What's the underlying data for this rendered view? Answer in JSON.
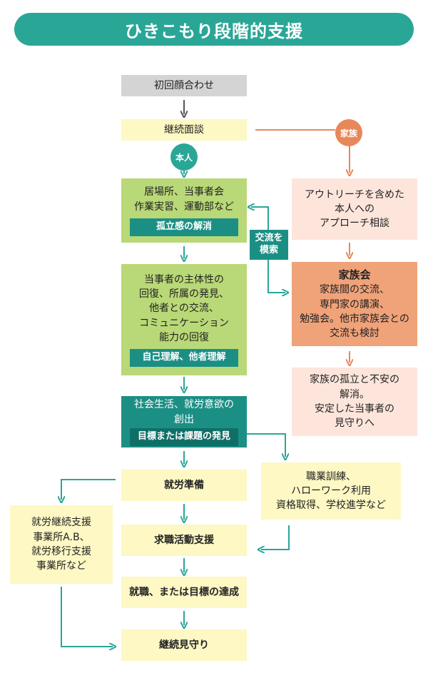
{
  "title": "ひきこもり段階的支援",
  "nodes": {
    "first_meeting": "初回顔合わせ",
    "continued_interview": "継続面談",
    "family_badge": "家族",
    "self_badge": "本人",
    "place": {
      "lines": [
        "居場所、当事者会",
        "作業実習、運動部など"
      ],
      "tag": "孤立感の解消"
    },
    "exchange": {
      "lines": [
        "交流を",
        "模索"
      ]
    },
    "subjectivity": {
      "lines": [
        "当事者の主体性の",
        "回復、所属の発見、",
        "他者との交流、",
        "コミュニケーション",
        "能力の回復"
      ],
      "tag": "自己理解、他者理解"
    },
    "social_life": {
      "lines": [
        "社会生活、就労意欲の",
        "創出"
      ],
      "tag": "目標または課題の発見"
    },
    "outreach": {
      "lines": [
        "アウトリーチを含めた",
        "本人への",
        "アプローチ相談"
      ]
    },
    "family_meeting": {
      "title": "家族会",
      "lines": [
        "家族間の交流、",
        "専門家の講演、",
        "勉強会。他市家族会との",
        "交流も検討"
      ]
    },
    "family_relief": {
      "lines": [
        "家族の孤立と不安の",
        "解消。",
        "安定した当事者の",
        "見守りへ"
      ]
    },
    "vocational": {
      "lines": [
        "職業訓練、",
        "ハローワーク利用",
        "資格取得、学校進学など"
      ]
    },
    "work_support": {
      "lines": [
        "就労継続支援",
        "事業所A.B、",
        "就労移行支援",
        "事業所など"
      ]
    },
    "work_prep": "就労準備",
    "job_hunt": "求職活動支援",
    "employment": "就職、または目標の達成",
    "watch": "継続見守り"
  },
  "colors": {
    "teal": "#1c8f85",
    "green": "#b9d877",
    "yellow": "#fdf8c4",
    "peach": "#fde5dc",
    "orange": "#f0a278",
    "gray": "#d4d4d4",
    "arrow_gray": "#555555",
    "arrow_green": "#2aa697",
    "arrow_orange": "#e8875a"
  }
}
